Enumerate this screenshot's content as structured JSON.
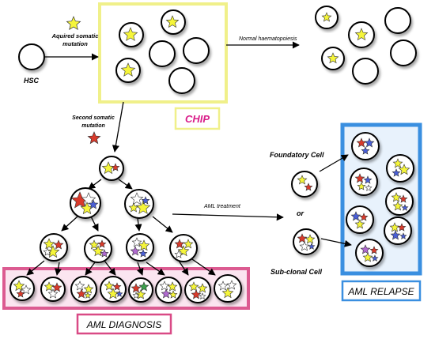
{
  "labels": {
    "hsc": "HSC",
    "acquired_mutation": [
      "Aquired somatic",
      "mutation"
    ],
    "normal_haematopoiesis": "Normal haematopoiesis",
    "chip": "CHIP",
    "second_mutation": [
      "Second somatic",
      "mutation"
    ],
    "aml_treatment": "AML treatment",
    "foundatory_cell": "Foundatory Cell",
    "or": "or",
    "subclonal_cell": "Sub-clonal Cell",
    "aml_diagnosis": "AML DIAGNOSIS",
    "aml_relapse": "AML RELAPSE"
  },
  "colors": {
    "yellow_star": "#f5f53a",
    "red_star": "#d93a2b",
    "blue_star": "#4a5fd6",
    "purple_star": "#b06ad0",
    "green_star": "#3aa04a",
    "chip_box": "#f0f08a",
    "diagnosis_box": "#d94a86",
    "relapse_box": "#3a8fe0"
  }
}
